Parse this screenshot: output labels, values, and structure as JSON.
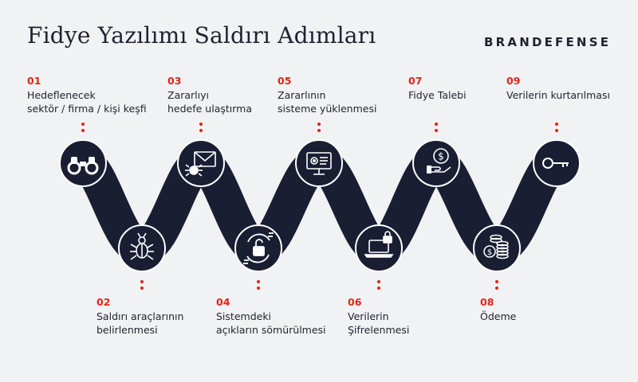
{
  "header": {
    "title": "Fidye Yazılımı Saldırı Adımları",
    "brand": "BRANDEFENSE"
  },
  "accent_color": "#e2231a",
  "ribbon_color": "#1a1e33",
  "steps": [
    {
      "num": "01",
      "line1": "Hedeflenecek",
      "line2": "sektör / firma / kişi keşfi",
      "icon": "binoculars-icon"
    },
    {
      "num": "02",
      "line1": "Saldırı araçlarının",
      "line2": "belirlenmesi",
      "icon": "bug-icon"
    },
    {
      "num": "03",
      "line1": "Zararlıyı",
      "line2": "hedefe ulaştırma",
      "icon": "envelope-bug-icon"
    },
    {
      "num": "04",
      "line1": "Sistemdeki",
      "line2": "açıkların sömürülmesi",
      "icon": "unlock-icon"
    },
    {
      "num": "05",
      "line1": "Zararlının",
      "line2": "sisteme yüklenmesi",
      "icon": "monitor-gear-icon"
    },
    {
      "num": "06",
      "line1": "Verilerin",
      "line2": "Şifrelenmesi",
      "icon": "laptop-lock-icon"
    },
    {
      "num": "07",
      "line1": "Fidye Talebi",
      "line2": "",
      "icon": "dollar-hand-icon"
    },
    {
      "num": "08",
      "line1": "Ödeme",
      "line2": "",
      "icon": "coins-icon"
    },
    {
      "num": "09",
      "line1": "Verilerin kurtarılması",
      "line2": "",
      "icon": "key-icon"
    }
  ]
}
